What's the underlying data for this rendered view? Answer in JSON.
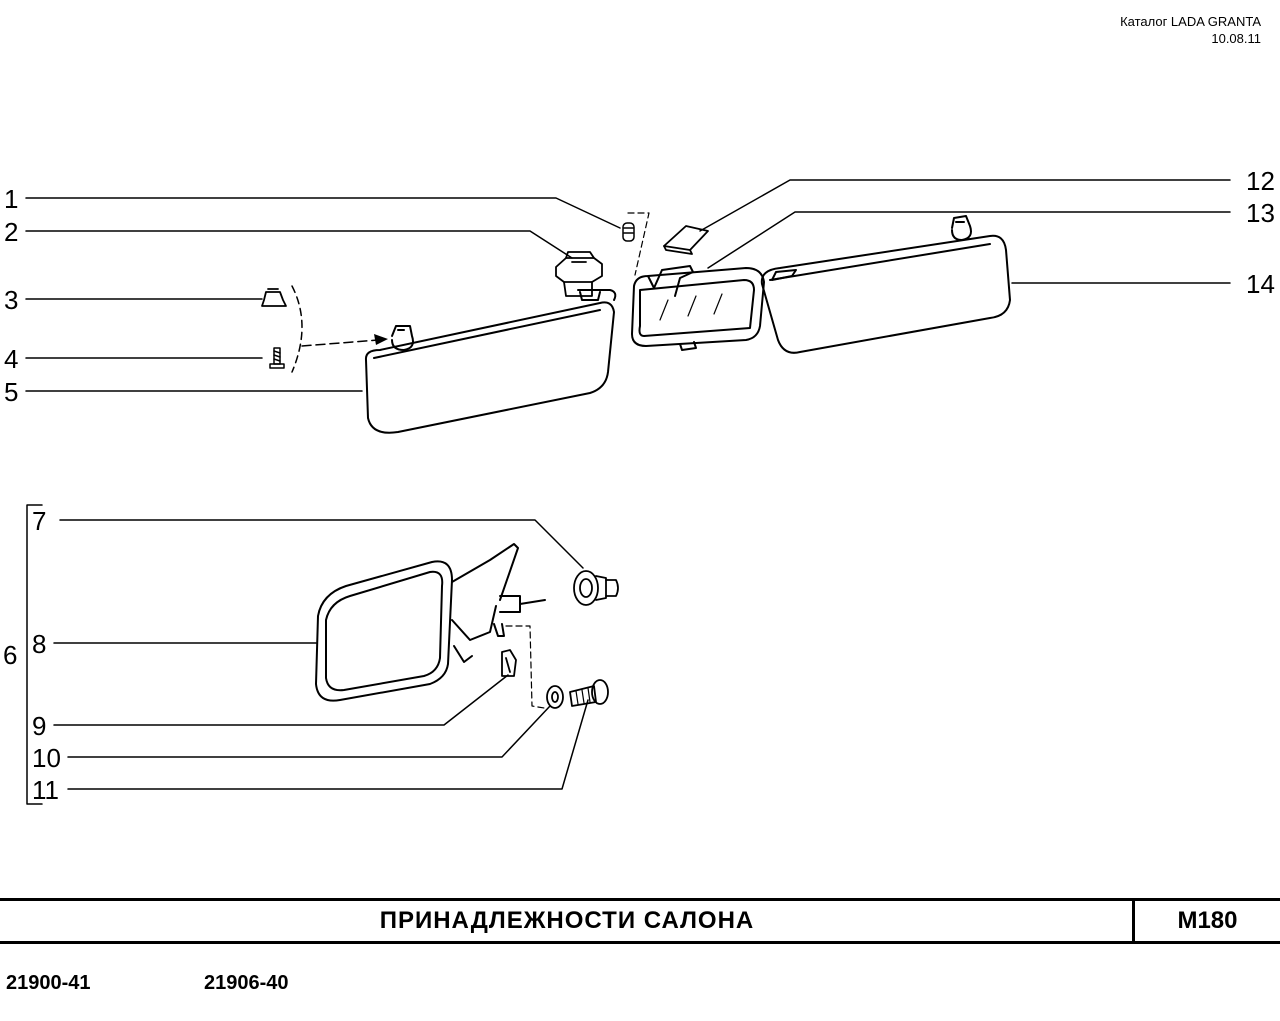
{
  "header": {
    "catalog": "Каталог LADA  GRANTA",
    "date": "10.08.11"
  },
  "callouts": {
    "c1": "1",
    "c2": "2",
    "c3": "3",
    "c4": "4",
    "c5": "5",
    "c6": "6",
    "c7": "7",
    "c8": "8",
    "c9": "9",
    "c10": "10",
    "c11": "11",
    "c12": "12",
    "c13": "13",
    "c14": "14"
  },
  "footer": {
    "title": "ПРИНАДЛЕЖНОСТИ   САЛОНА",
    "code": "М180"
  },
  "models": {
    "m1": "21900-41",
    "m2": "21906-40"
  }
}
